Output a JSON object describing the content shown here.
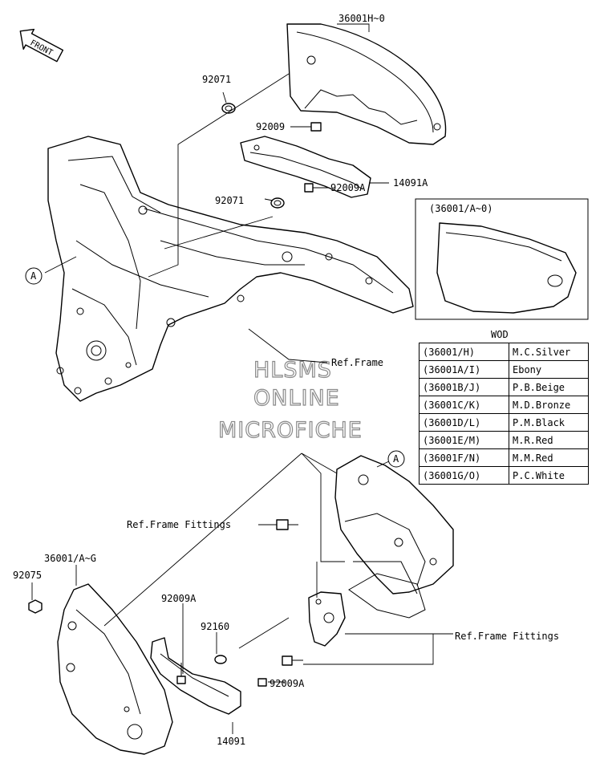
{
  "front_arrow": "FRONT",
  "labels": {
    "p36001h0": "36001H~0",
    "p92071a": "92071",
    "p92009": "92009",
    "p14091a": "14091A",
    "p92071b": "92071",
    "p92009a_top": "92009A",
    "inset_title": "(36001/A~0)",
    "ref_frame": "Ref.Frame",
    "ref_fittings_1": "Ref.Frame Fittings",
    "ref_fittings_2": "Ref.Frame Fittings",
    "p36001ag": "36001/A~G",
    "p92075": "92075",
    "p92009a_mid": "92009A",
    "p92160": "92160",
    "p92009a_low": "92009A",
    "p14091": "14091",
    "callout_a_left": "A",
    "callout_a_right": "A"
  },
  "watermark": [
    "HLSMS",
    "ONLINE",
    "MICROFICHE"
  ],
  "color_table": {
    "title": "WOD",
    "rows": [
      {
        "code": "(36001/H)",
        "color": "M.C.Silver"
      },
      {
        "code": "(36001A/I)",
        "color": "Ebony"
      },
      {
        "code": "(36001B/J)",
        "color": "P.B.Beige"
      },
      {
        "code": "(36001C/K)",
        "color": "M.D.Bronze"
      },
      {
        "code": "(36001D/L)",
        "color": "P.M.Black"
      },
      {
        "code": "(36001E/M)",
        "color": "M.R.Red"
      },
      {
        "code": "(36001F/N)",
        "color": "M.M.Red"
      },
      {
        "code": "(36001G/O)",
        "color": "P.C.White"
      }
    ]
  }
}
